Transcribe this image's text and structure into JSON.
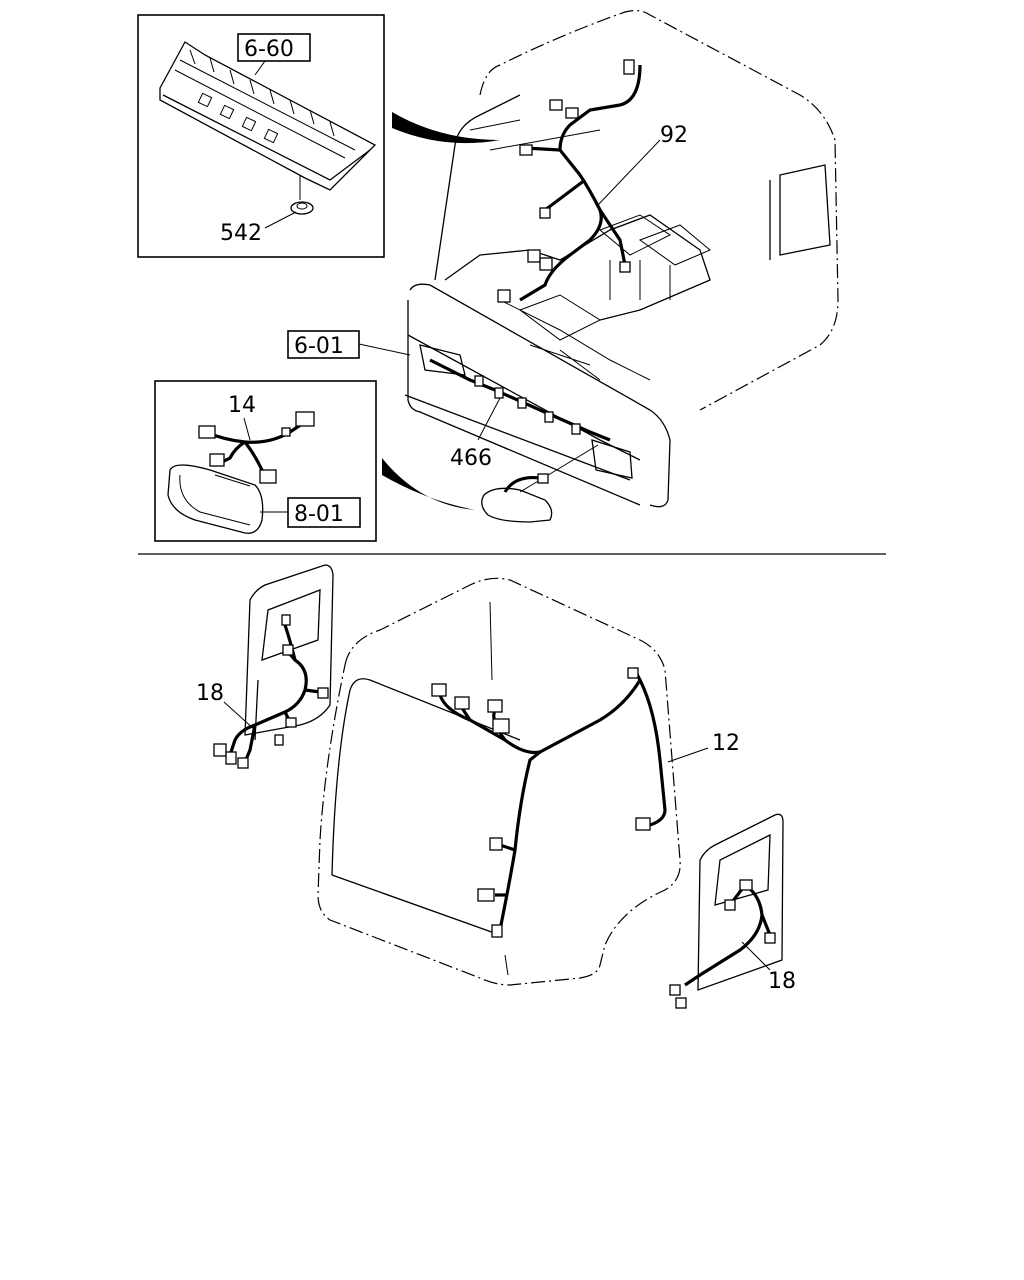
{
  "callouts": {
    "grille_ref": "6-60",
    "clip": "542",
    "roof_harness": "92",
    "front_panel_ref": "6-01",
    "front_harness": "466",
    "lamp_harness": "14",
    "lamp_ref": "8-01",
    "door_harness_left": "18",
    "cab_harness": "12",
    "door_harness_right": "18"
  }
}
